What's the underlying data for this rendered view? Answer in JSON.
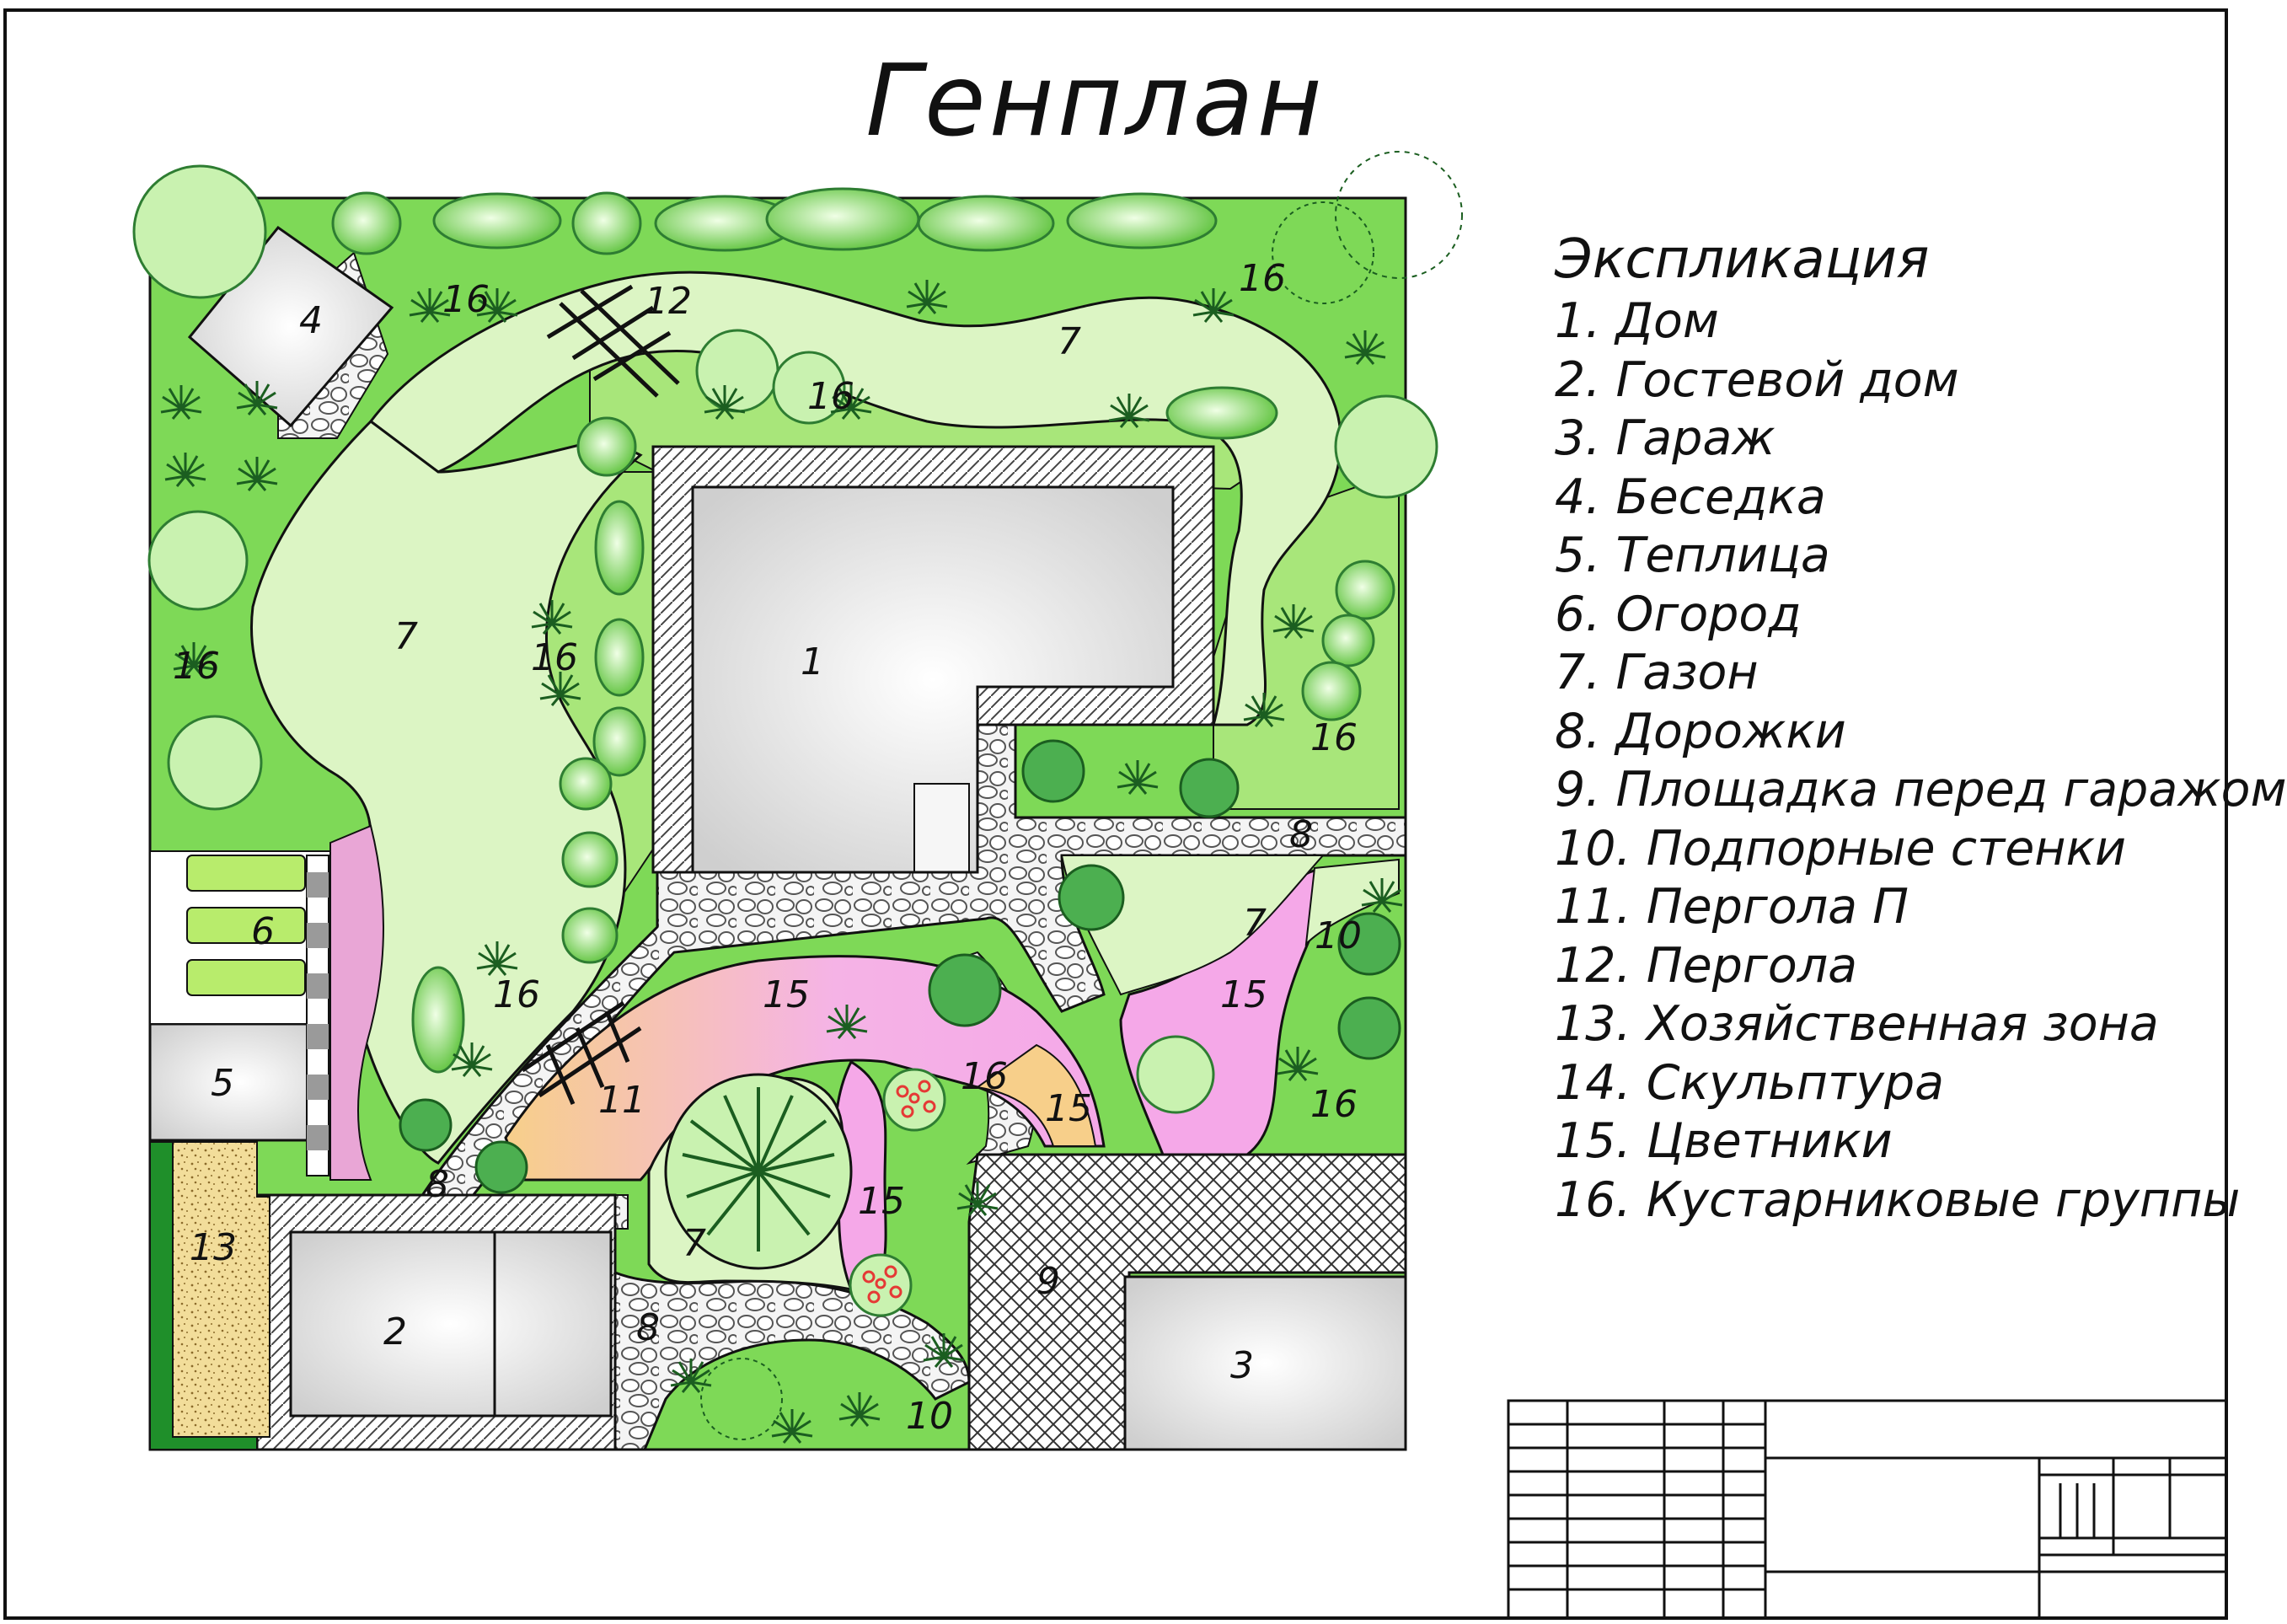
{
  "title": "Генплан",
  "legend": {
    "title": "Экспликация",
    "items": [
      "1. Дом",
      "2. Гостевой дом",
      "3. Гараж",
      "4. Беседка",
      "5. Теплица",
      "6. Огород",
      "7. Газон",
      "8. Дорожки",
      "9. Площадка перед гаражом",
      "10. Подпорные стенки",
      "11. Пергола  П",
      "12. Пергола",
      "13. Хозяйственная зона",
      "14. Скульптура",
      "15. Цветники",
      "16. Кустарниковые группы"
    ]
  },
  "zone_labels": {
    "house": "1",
    "guest_house": "2",
    "garage": "3",
    "gazebo": "4",
    "greenhouse": "5",
    "garden": "6",
    "lawn": "7",
    "path": "8",
    "garage_area": "9",
    "retaining_wall": "10",
    "pergola_p": "11",
    "pergola": "12",
    "utility_zone": "13",
    "flowerbed": "15",
    "shrubs": "16"
  },
  "colors": {
    "site_green": "#7ed957",
    "lawn": "#dcf5c4",
    "shrub_zone": "#a8e67a",
    "building_fill": "#e6e6e6",
    "flowerbed_pink": "#f5a8e8",
    "flowerbed_orange": "#f7cf8a",
    "utility_sand": "#f2dd9a",
    "dark_green": "#1f8f2a",
    "stroke": "#111111"
  }
}
